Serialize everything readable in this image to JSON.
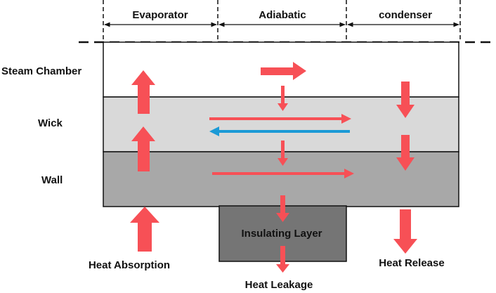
{
  "sections": {
    "evaporator": "Evaporator",
    "adiabatic": "Adiabatic",
    "condenser": "condenser"
  },
  "layers": {
    "steam_chamber": "Steam Chamber",
    "wick": "Wick",
    "wall": "Wall",
    "insulating_layer": "Insulating Layer"
  },
  "flows": {
    "heat_absorption": "Heat Absorption",
    "heat_leakage": "Heat Leakage",
    "heat_release": "Heat Release"
  },
  "colors": {
    "heat_arrow": "#f75056",
    "liquid_return_arrow": "#1b9ad6",
    "steam_chamber_fill": "#ffffff",
    "wick_fill": "#d9d9d9",
    "wall_fill": "#a8a8a8",
    "insulating_fill": "#757575",
    "outline": "#111111"
  }
}
